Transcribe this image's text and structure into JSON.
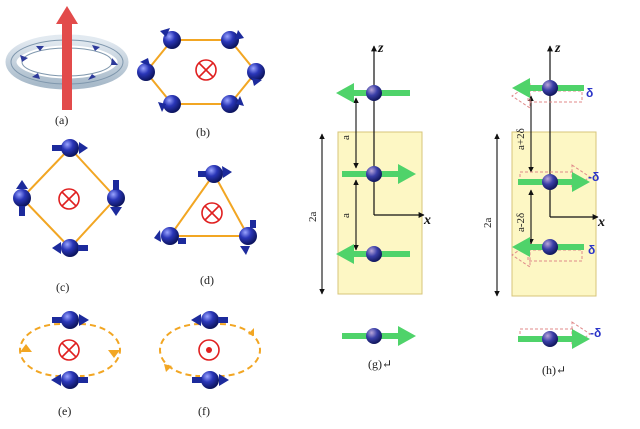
{
  "captions": {
    "a": "(a)",
    "b": "(b)",
    "c": "(c)",
    "d": "(d)",
    "e": "(e)",
    "f": "(f)",
    "g": "(g)↵",
    "h": "(h)↵"
  },
  "panel_g": {
    "axis_z": "z",
    "axis_x": "x",
    "spacing_top": "a",
    "spacing_bottom": "a",
    "cell_length": "2a"
  },
  "panel_h": {
    "axis_z": "z",
    "axis_x": "x",
    "spacing_top": "a+2δ",
    "spacing_bottom": "a-2δ",
    "cell_length": "2a",
    "disp_1": "δ",
    "disp_2": "-δ",
    "disp_3": "δ",
    "disp_4": "-δ"
  },
  "colors": {
    "atom": "#1c2a9c",
    "spin_arrow": "#4fd36a",
    "unit_cell": "#fdf7c4",
    "bond": "#f2a623",
    "toroid_arrow": "#e24b4b"
  },
  "icons": {
    "into_page": "circle-cross-icon",
    "out_of_page": "circle-dot-icon"
  }
}
